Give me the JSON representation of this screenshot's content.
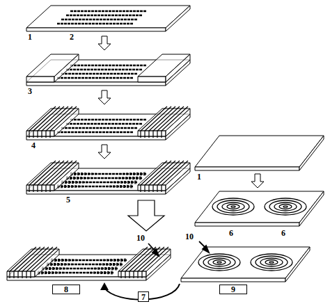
{
  "diagram": {
    "nodes": [
      {
        "text": [
          "8"
        ]
      },
      {
        "text": [
          "9"
        ]
      },
      {
        "text": [
          "7"
        ]
      }
    ],
    "labels": [
      "1",
      "2",
      "3",
      "4",
      "5",
      "1",
      "6",
      "6",
      "10",
      "10"
    ]
  }
}
